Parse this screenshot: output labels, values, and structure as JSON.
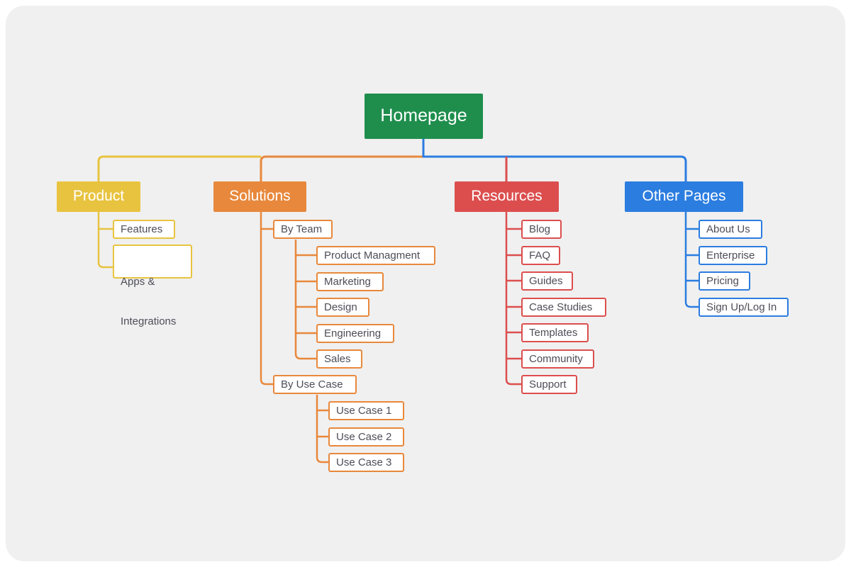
{
  "diagram": {
    "type": "sitemap-tree",
    "title_node": "Homepage",
    "canvas_bg": "#f0f0f0",
    "page_bg": "#ffffff",
    "leaf_text_color": "#4d4d58",
    "leaf_fill": "#ffffff",
    "header_text_color": "#ffffff",
    "colors": {
      "root_green": "#1f8e4d",
      "product_yellow": "#e8c33f",
      "solutions_orange": "#e8883c",
      "resources_red": "#dc4e4e",
      "other_blue": "#2b7de0"
    }
  },
  "root": {
    "label": "Homepage",
    "color": "#1f8e4d"
  },
  "branches": [
    {
      "id": "product",
      "label": "Product",
      "color": "#e8c33f",
      "children": [
        {
          "label": "Features"
        },
        {
          "label": "Apps &\nIntegrations",
          "lines": [
            "Apps &",
            "Integrations"
          ]
        }
      ]
    },
    {
      "id": "solutions",
      "label": "Solutions",
      "color": "#e8883c",
      "children": [
        {
          "label": "By Team",
          "children": [
            {
              "label": "Product Managment"
            },
            {
              "label": "Marketing"
            },
            {
              "label": "Design"
            },
            {
              "label": "Engineering"
            },
            {
              "label": "Sales"
            }
          ]
        },
        {
          "label": "By Use Case",
          "children": [
            {
              "label": "Use Case 1"
            },
            {
              "label": "Use Case 2"
            },
            {
              "label": "Use Case 3"
            }
          ]
        }
      ]
    },
    {
      "id": "resources",
      "label": "Resources",
      "color": "#dc4e4e",
      "children": [
        {
          "label": "Blog"
        },
        {
          "label": "FAQ"
        },
        {
          "label": "Guides"
        },
        {
          "label": "Case Studies"
        },
        {
          "label": "Templates"
        },
        {
          "label": "Community"
        },
        {
          "label": "Support"
        }
      ]
    },
    {
      "id": "other",
      "label": "Other Pages",
      "color": "#2b7de0",
      "children": [
        {
          "label": "About Us"
        },
        {
          "label": "Enterprise"
        },
        {
          "label": "Pricing"
        },
        {
          "label": "Sign Up/Log In"
        }
      ]
    }
  ]
}
